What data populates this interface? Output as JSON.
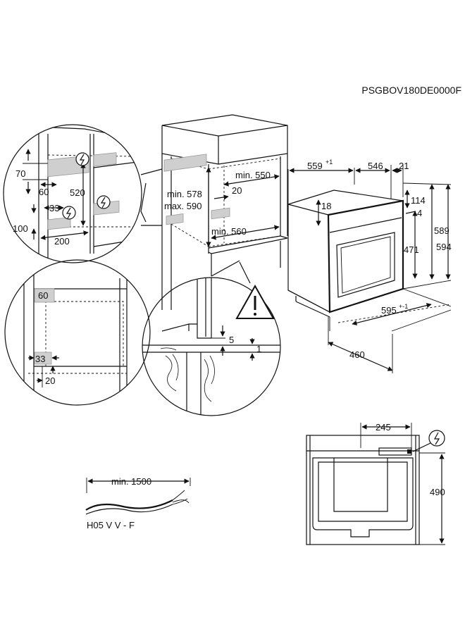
{
  "model_code": "PSGBOV180DE0000F",
  "detail_top_left": {
    "dims": [
      "70",
      "60",
      "520",
      "33",
      "100",
      "200"
    ]
  },
  "cabinet": {
    "dims": [
      "min. 550",
      "20",
      "min. 578",
      "max. 590",
      "min. 560"
    ]
  },
  "oven": {
    "dims": [
      "559",
      "+1",
      "546",
      "21",
      "114",
      "4",
      "18",
      "589",
      "594",
      "471",
      "595",
      "+-1",
      "460"
    ]
  },
  "detail_bottom_left": {
    "dims": [
      "60",
      "33",
      "20"
    ]
  },
  "detail_install": {
    "dims": [
      "5",
      "1"
    ]
  },
  "cable": {
    "length": "min. 1500",
    "type": "H05 V V - F"
  },
  "rear_view": {
    "dims": [
      "245",
      "490"
    ]
  },
  "symbols": {
    "electric": "electric-hazard-icon",
    "warning": "warning-triangle-icon"
  }
}
